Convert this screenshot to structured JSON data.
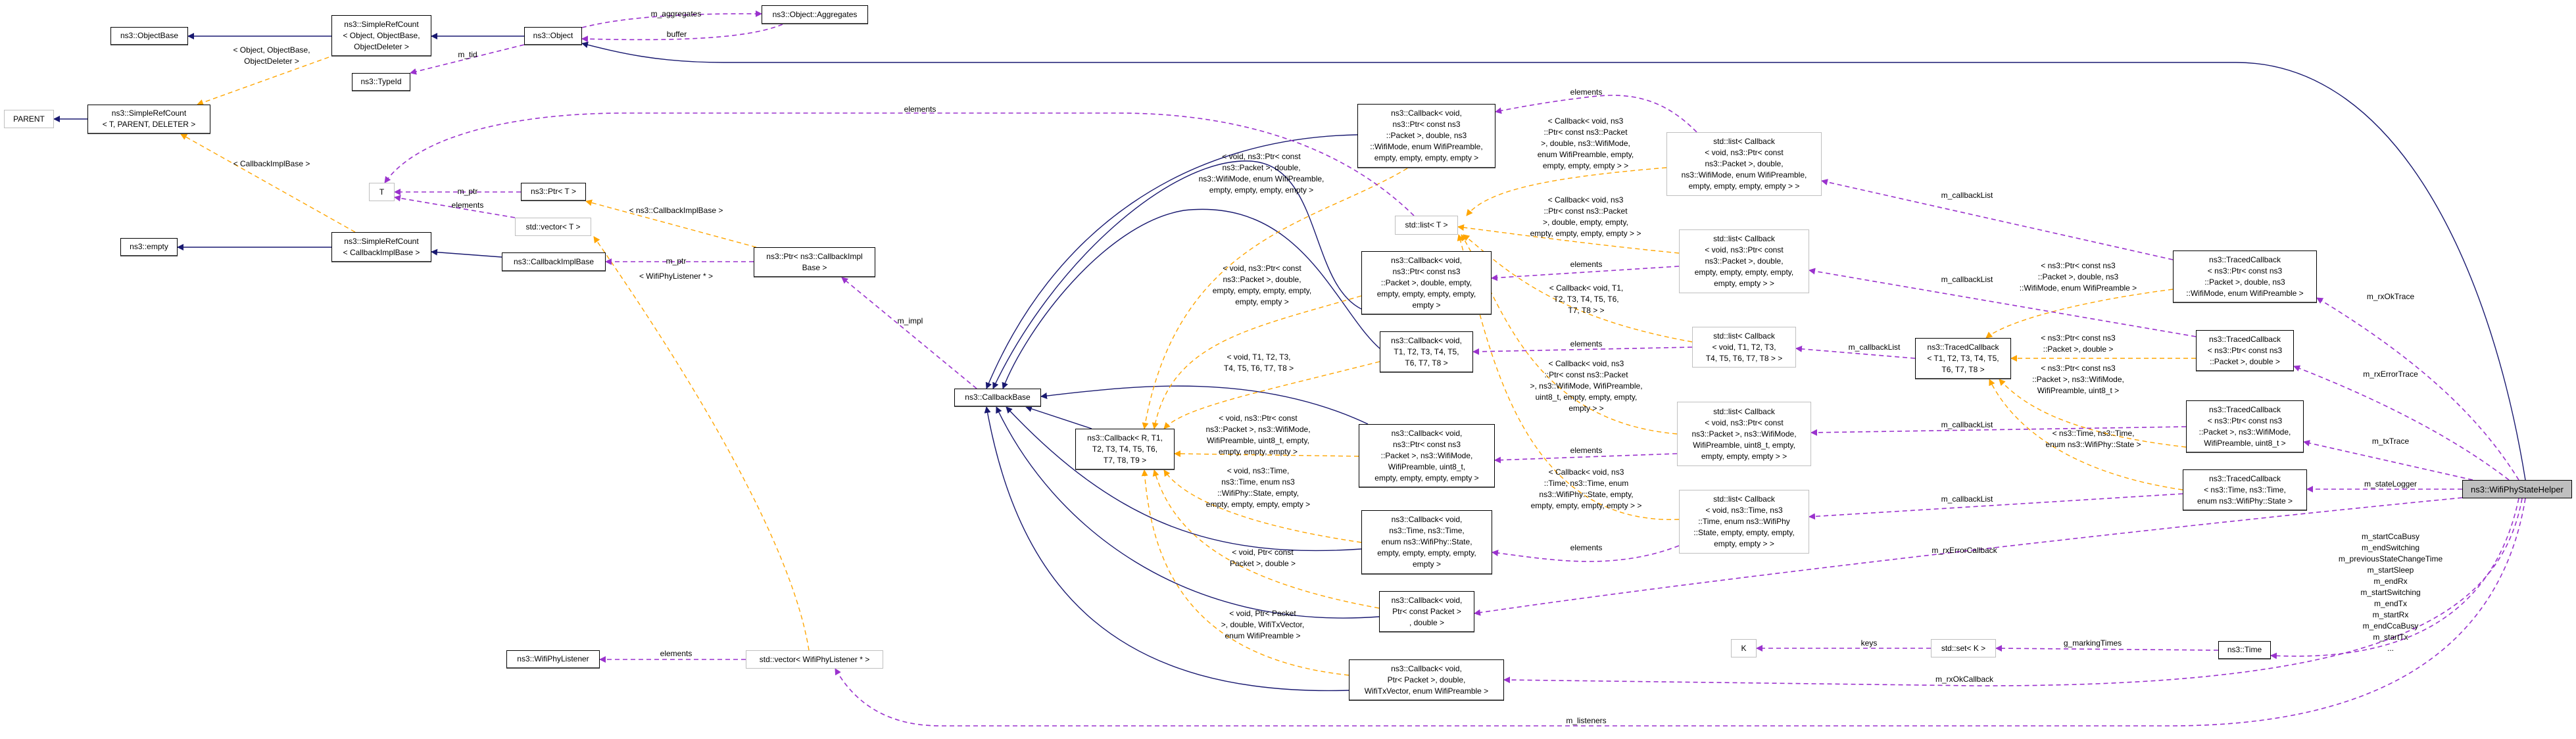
{
  "title": "ns3::WifiPhyStateHelper collaboration diagram",
  "colors": {
    "inheritance": "#191970",
    "usage": "#9a32cd",
    "template": "#ffa500",
    "highlight": "#bfbfbf"
  },
  "nodes": {
    "parent": {
      "lines": [
        "PARENT"
      ]
    },
    "srcTPD": {
      "lines": [
        "ns3::SimpleRefCount",
        "< T, PARENT, DELETER >"
      ]
    },
    "objectBase": {
      "lines": [
        "ns3::ObjectBase"
      ]
    },
    "srcObj": {
      "lines": [
        "ns3::SimpleRefCount",
        "< Object, ObjectBase,",
        "ObjectDeleter >"
      ]
    },
    "object": {
      "lines": [
        "ns3::Object"
      ]
    },
    "aggregates": {
      "lines": [
        "ns3::Object::Aggregates"
      ]
    },
    "typeId": {
      "lines": [
        "ns3::TypeId"
      ]
    },
    "T": {
      "lines": [
        "T"
      ]
    },
    "ptrT": {
      "lines": [
        "ns3::Ptr< T >"
      ]
    },
    "vectorT": {
      "lines": [
        "std::vector< T >"
      ]
    },
    "empty": {
      "lines": [
        "ns3::empty"
      ]
    },
    "srcCIB": {
      "lines": [
        "ns3::SimpleRefCount",
        "< CallbackImplBase >"
      ]
    },
    "cib": {
      "lines": [
        "ns3::CallbackImplBase"
      ]
    },
    "ptrCIB": {
      "lines": [
        "ns3::Ptr< ns3::CallbackImpl",
        "Base >"
      ]
    },
    "wifiPhyListener": {
      "lines": [
        "ns3::WifiPhyListener"
      ]
    },
    "vectorListener": {
      "lines": [
        "std::vector< WifiPhyListener * >"
      ]
    },
    "callbackBase": {
      "lines": [
        "ns3::CallbackBase"
      ]
    },
    "cbR": {
      "lines": [
        "ns3::Callback< R, T1,",
        "T2, T3, T4, T5, T6,",
        "T7, T8, T9 >"
      ]
    },
    "cbWifiMode": {
      "lines": [
        "ns3::Callback< void,",
        "ns3::Ptr< const ns3",
        "::Packet >, double, ns3",
        "::WifiMode, enum WifiPreamble,",
        "empty, empty, empty, empty >"
      ]
    },
    "listT": {
      "lines": [
        "std::list< T >"
      ]
    },
    "cbDouble": {
      "lines": [
        "ns3::Callback< void,",
        "ns3::Ptr< const ns3",
        "::Packet >, double, empty,",
        "empty, empty, empty, empty,",
        "empty >"
      ]
    },
    "cbT": {
      "lines": [
        "ns3::Callback< void,",
        "T1, T2, T3, T4, T5,",
        "T6, T7, T8 >"
      ]
    },
    "cbUint8": {
      "lines": [
        "ns3::Callback< void,",
        "ns3::Ptr< const ns3",
        "::Packet >, ns3::WifiMode,",
        "WifiPreamble, uint8_t,",
        "empty, empty, empty, empty >"
      ]
    },
    "cbTime": {
      "lines": [
        "ns3::Callback< void,",
        "ns3::Time, ns3::Time,",
        "enum ns3::WifiPhy::State,",
        "empty, empty, empty, empty,",
        "empty >"
      ]
    },
    "cbRxErr": {
      "lines": [
        "ns3::Callback< void,",
        "Ptr< const Packet >",
        ", double >"
      ]
    },
    "cbRxOk": {
      "lines": [
        "ns3::Callback< void,",
        "Ptr< Packet >, double,",
        "WifiTxVector, enum WifiPreamble >"
      ]
    },
    "listWifiMode": {
      "lines": [
        "std::list< Callback",
        "< void, ns3::Ptr< const",
        "ns3::Packet >, double,",
        "ns3::WifiMode, enum WifiPreamble,",
        "empty, empty, empty, empty > >"
      ]
    },
    "listDouble": {
      "lines": [
        "std::list< Callback",
        "< void, ns3::Ptr< const",
        "ns3::Packet >, double,",
        "empty, empty, empty, empty,",
        "empty, empty > >"
      ]
    },
    "listT18": {
      "lines": [
        "std::list< Callback",
        "< void, T1, T2, T3,",
        "T4, T5, T6, T7, T8 > >"
      ]
    },
    "listUint8": {
      "lines": [
        "std::list< Callback",
        "< void, ns3::Ptr< const",
        "ns3::Packet >, ns3::WifiMode,",
        "WifiPreamble, uint8_t, empty,",
        "empty, empty, empty > >"
      ]
    },
    "listTime": {
      "lines": [
        "std::list< Callback",
        "< void, ns3::Time, ns3",
        "::Time, enum ns3::WifiPhy",
        "::State, empty, empty, empty,",
        "empty, empty > >"
      ]
    },
    "tcT": {
      "lines": [
        "ns3::TracedCallback",
        "< T1, T2, T3, T4, T5,",
        "T6, T7, T8 >"
      ]
    },
    "tcWifiMode": {
      "lines": [
        "ns3::TracedCallback",
        "< ns3::Ptr< const ns3",
        "::Packet >, double, ns3",
        "::WifiMode, enum WifiPreamble >"
      ]
    },
    "tcDouble": {
      "lines": [
        "ns3::TracedCallback",
        "< ns3::Ptr< const ns3",
        "::Packet >, double >"
      ]
    },
    "tcUint8": {
      "lines": [
        "ns3::TracedCallback",
        "< ns3::Ptr< const ns3",
        "::Packet >, ns3::WifiMode,",
        "WifiPreamble, uint8_t >"
      ]
    },
    "tcTime": {
      "lines": [
        "ns3::TracedCallback",
        "< ns3::Time, ns3::Time,",
        "enum ns3::WifiPhy::State >"
      ]
    },
    "helper": {
      "lines": [
        "ns3::WifiPhyStateHelper"
      ]
    },
    "time": {
      "lines": [
        "ns3::Time"
      ]
    },
    "K": {
      "lines": [
        "K"
      ]
    },
    "setK": {
      "lines": [
        "std::set< K >"
      ]
    }
  },
  "labels": {
    "objTpl": {
      "lines": [
        "< Object, ObjectBase,",
        "ObjectDeleter >"
      ]
    },
    "mTid": {
      "lines": [
        "m_tid"
      ]
    },
    "mAggregates": {
      "lines": [
        "m_aggregates"
      ]
    },
    "buffer": {
      "lines": [
        "buffer"
      ]
    },
    "cibTpl": {
      "lines": [
        "< CallbackImplBase >"
      ]
    },
    "mPtr1": {
      "lines": [
        "m_ptr"
      ]
    },
    "elemVecT": {
      "lines": [
        "elements"
      ]
    },
    "ns3CibTpl": {
      "lines": [
        "< ns3::CallbackImplBase >"
      ]
    },
    "mPtr2": {
      "lines": [
        "m_ptr"
      ]
    },
    "listenerTpl": {
      "lines": [
        "< WifiPhyListener * >"
      ]
    },
    "elemListener": {
      "lines": [
        "elements"
      ]
    },
    "mImpl": {
      "lines": [
        "m_impl"
      ]
    },
    "elemListT": {
      "lines": [
        "elements"
      ]
    },
    "elemWifiMode": {
      "lines": [
        "elements"
      ]
    },
    "listWifiModeTpl": {
      "lines": [
        "< Callback< void, ns3",
        "::Ptr< const ns3::Packet",
        ">, double, ns3::WifiMode,",
        "enum WifiPreamble, empty,",
        "empty, empty, empty > >"
      ]
    },
    "cbWifiModeTpl": {
      "lines": [
        "< void, ns3::Ptr< const",
        "ns3::Packet >, double,",
        "ns3::WifiMode, enum WifiPreamble,",
        "empty, empty, empty, empty >"
      ]
    },
    "listDoubleTpl": {
      "lines": [
        "< Callback< void, ns3",
        "::Ptr< const ns3::Packet",
        ">, double, empty, empty,",
        "empty, empty, empty, empty > >"
      ]
    },
    "elemDouble": {
      "lines": [
        "elements"
      ]
    },
    "cbDoubleTpl": {
      "lines": [
        "< void, ns3::Ptr< const",
        "ns3::Packet >, double,",
        "empty, empty, empty, empty,",
        "empty, empty >"
      ]
    },
    "listT18Tpl": {
      "lines": [
        "< Callback< void, T1,",
        "T2, T3, T4, T5, T6,",
        "T7, T8 > >"
      ]
    },
    "elemT18": {
      "lines": [
        "elements"
      ]
    },
    "cbTTpl": {
      "lines": [
        "< void, T1, T2, T3,",
        "T4, T5, T6, T7, T8 >"
      ]
    },
    "listUint8Tpl": {
      "lines": [
        "< Callback< void, ns3",
        "::Ptr< const ns3::Packet",
        ">, ns3::WifiMode, WifiPreamble,",
        "uint8_t, empty, empty, empty,",
        "empty > >"
      ]
    },
    "cbUint8Tpl": {
      "lines": [
        "< void, ns3::Ptr< const",
        "ns3::Packet >, ns3::WifiMode,",
        "WifiPreamble, uint8_t, empty,",
        "empty, empty, empty >"
      ]
    },
    "elemUint8": {
      "lines": [
        "elements"
      ]
    },
    "cbTimeTpl": {
      "lines": [
        "< void, ns3::Time,",
        "ns3::Time, enum ns3",
        "::WifiPhy::State, empty,",
        "empty, empty, empty, empty >"
      ]
    },
    "listTimeTpl": {
      "lines": [
        "< Callback< void, ns3",
        "::Time, ns3::Time, enum",
        "ns3::WifiPhy::State, empty,",
        "empty, empty, empty, empty > >"
      ]
    },
    "elemTime": {
      "lines": [
        "elements"
      ]
    },
    "cbRxErrTpl": {
      "lines": [
        "< void, Ptr< const",
        "Packet >, double >"
      ]
    },
    "cbRxOkTpl": {
      "lines": [
        "< void, Ptr< Packet",
        ">, double, WifiTxVector,",
        "enum WifiPreamble >"
      ]
    },
    "cbl1": {
      "lines": [
        "m_callbackList"
      ]
    },
    "cbl2": {
      "lines": [
        "m_callbackList"
      ]
    },
    "cbl3": {
      "lines": [
        "m_callbackList"
      ]
    },
    "cbl4": {
      "lines": [
        "m_callbackList"
      ]
    },
    "cbl5": {
      "lines": [
        "m_callbackList"
      ]
    },
    "tcWifiModeTpl": {
      "lines": [
        "< ns3::Ptr< const ns3",
        "::Packet >, double, ns3",
        "::WifiMode, enum WifiPreamble >"
      ]
    },
    "tcDoubleTpl": {
      "lines": [
        "< ns3::Ptr< const ns3",
        "::Packet >, double >"
      ]
    },
    "tcUint8Tpl": {
      "lines": [
        "< ns3::Ptr< const ns3",
        "::Packet >, ns3::WifiMode,",
        "WifiPreamble, uint8_t >"
      ]
    },
    "tcTimeTpl": {
      "lines": [
        "< ns3::Time, ns3::Time,",
        "enum ns3::WifiPhy::State >"
      ]
    },
    "mRxErrorCallback": {
      "lines": [
        "m_rxErrorCallback"
      ]
    },
    "keys": {
      "lines": [
        "keys"
      ]
    },
    "gMarkingTimes": {
      "lines": [
        "g_markingTimes"
      ]
    },
    "mRxOkCallback": {
      "lines": [
        "m_rxOkCallback"
      ]
    },
    "mListeners": {
      "lines": [
        "m_listeners"
      ]
    },
    "mRxOkTrace": {
      "lines": [
        "m_rxOkTrace"
      ]
    },
    "mRxErrorTrace": {
      "lines": [
        "m_rxErrorTrace"
      ]
    },
    "mTxTrace": {
      "lines": [
        "m_txTrace"
      ]
    },
    "mStateLogger": {
      "lines": [
        "m_stateLogger"
      ]
    },
    "timeMembers": {
      "lines": [
        "m_startCcaBusy",
        "m_endSwitching",
        "m_previousStateChangeTime",
        "m_startSleep",
        "m_endRx",
        "m_startSwitching",
        "m_endTx",
        "m_startRx",
        "m_endCcaBusy",
        "m_startTx",
        "..."
      ]
    }
  }
}
